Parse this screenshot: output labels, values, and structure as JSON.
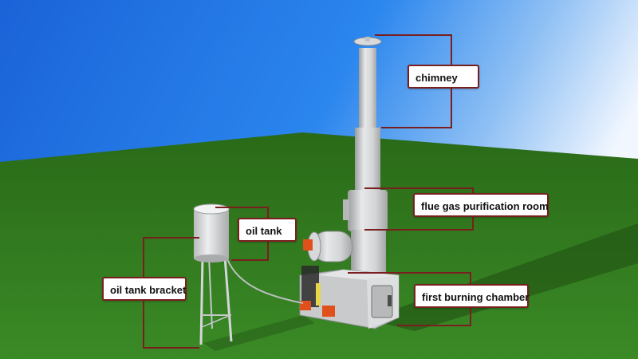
{
  "labels": {
    "chimney": "chimney",
    "flue_gas_purification_room": "flue gas purification room",
    "oil_tank": "oil tank",
    "oil_tank_bracket": "oil tank bracket",
    "first_burning_chamber": "first burning chamber"
  },
  "colors": {
    "sky_top": "#1f6fe0",
    "sky_right": "#e8f2ff",
    "grass": "#2f7a1e",
    "leader_line": "#7a1f1f",
    "metal": "#c9cbcd",
    "burner": "#e0501a"
  }
}
